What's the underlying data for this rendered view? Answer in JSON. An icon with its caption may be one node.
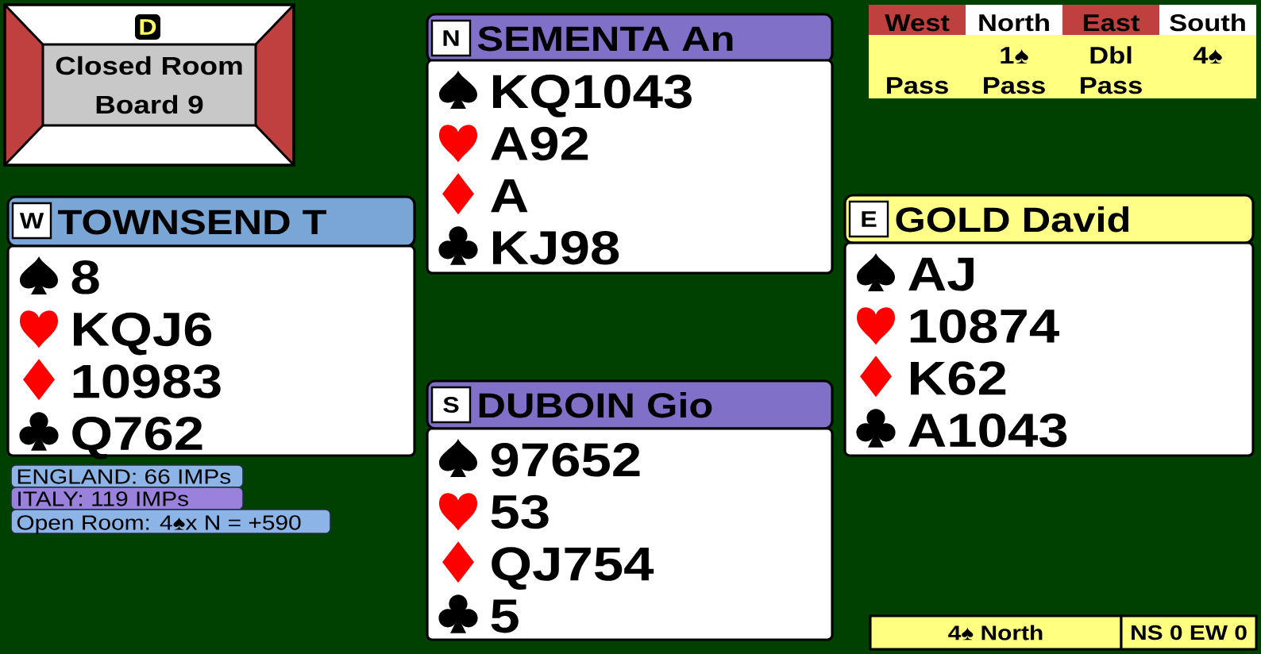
{
  "diagram": {
    "nodes": [
      {
        "text": [],
        "shape": "box"
      },
      {
        "text": [
          "D"
        ],
        "in": 0
      },
      {
        "text": [
          "Closed Room Board 9"
        ],
        "in": 0
      },
      {
        "text": [
          "SEMENTA An"
        ]
      },
      {
        "text": [
          "N"
        ],
        "in": 3
      },
      {
        "text": [
          "KQ1043",
          "A92",
          "A",
          "KJ98"
        ]
      },
      {
        "text": [
          "TOWNSEND T"
        ]
      },
      {
        "text": [
          "W"
        ],
        "in": 6
      },
      {
        "text": [
          "8",
          "KQJ6",
          "10983",
          "Q762"
        ]
      },
      {
        "text": [
          "GOLD David"
        ]
      },
      {
        "text": [
          "E"
        ],
        "in": 9
      },
      {
        "text": [
          "AJ",
          "10874",
          "K62",
          "A1043"
        ]
      },
      {
        "text": [
          "DUBOIN Gio"
        ]
      },
      {
        "text": [
          "S"
        ],
        "in": 12
      },
      {
        "text": [
          "97652",
          "53",
          "QJ754",
          "5"
        ]
      },
      {
        "text": [
          "ENGLAND: 66 IMPs"
        ]
      },
      {
        "text": [
          "ITALY: 119 IMPs"
        ]
      },
      {
        "text": [
          "Open Room: 4♠x N = +590"
        ]
      },
      {
        "text": [
          "4♠ North"
        ]
      },
      {
        "text": [
          "NS 0 EW 0"
        ]
      }
    ],
    "labels": [
      "West",
      "North",
      "East",
      "South",
      "1♠",
      "Dbl",
      "4♠",
      "Pass",
      "Pass",
      "Pass"
    ]
  }
}
